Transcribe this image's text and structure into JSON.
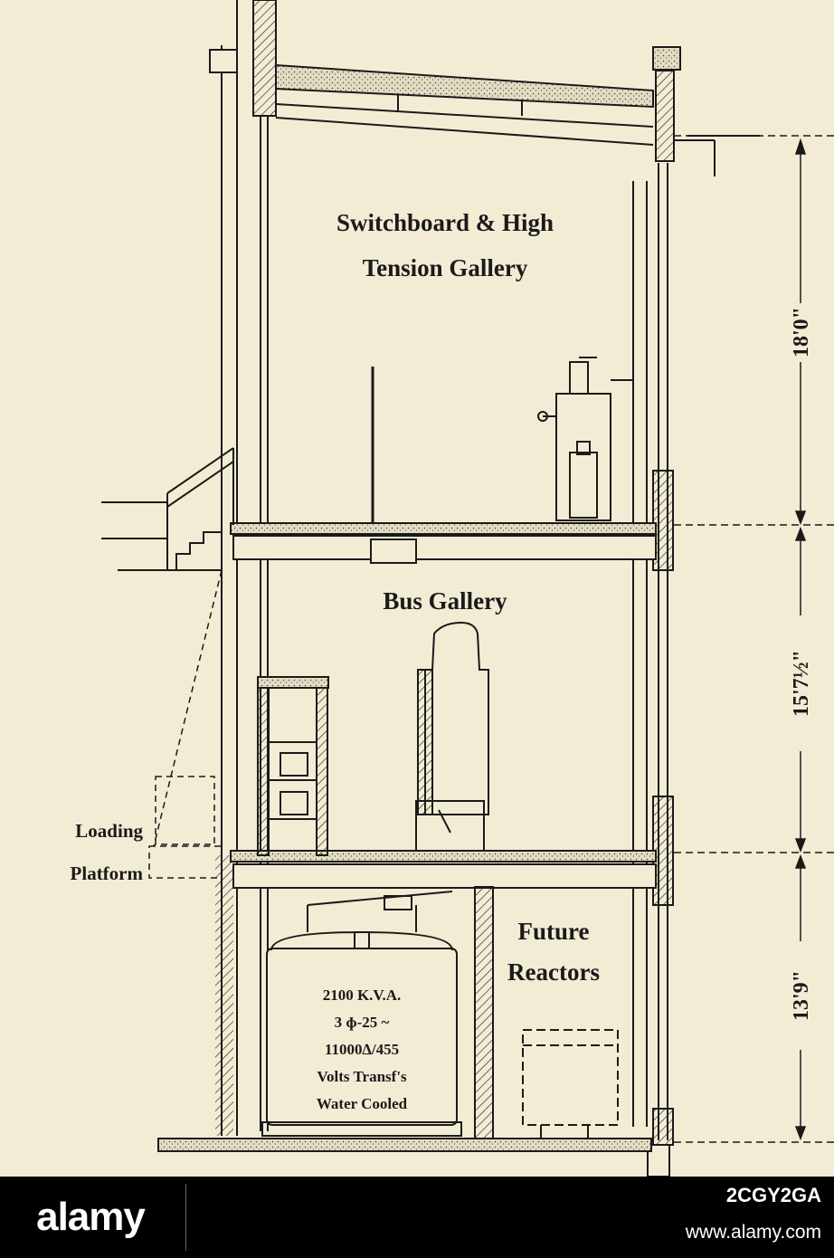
{
  "diagram": {
    "labels": {
      "switchboard_line1": "Switchboard & High",
      "switchboard_line2": "Tension Gallery",
      "bus_gallery": "Bus Gallery",
      "future_line1": "Future",
      "future_line2": "Reactors",
      "loading_line1": "Loading",
      "loading_line2": "Platform"
    },
    "transformer_plate": {
      "line1": "2100 K.V.A.",
      "line2": "3 ɸ-25 ~",
      "line3": "11000∆/455",
      "line4": "Volts Transf's",
      "line5": "Water Cooled"
    },
    "dimensions": {
      "upper": "18'0\"",
      "middle": "15'7½\"",
      "lower": "13'9\""
    }
  },
  "footer": {
    "brand": "alamy",
    "image_id": "2CGY2GA",
    "url": "www.alamy.com"
  },
  "colors": {
    "paper": "#f3ecd5",
    "ink": "#1a1a1a",
    "footer_bg": "#000000",
    "footer_text": "#ffffff"
  }
}
